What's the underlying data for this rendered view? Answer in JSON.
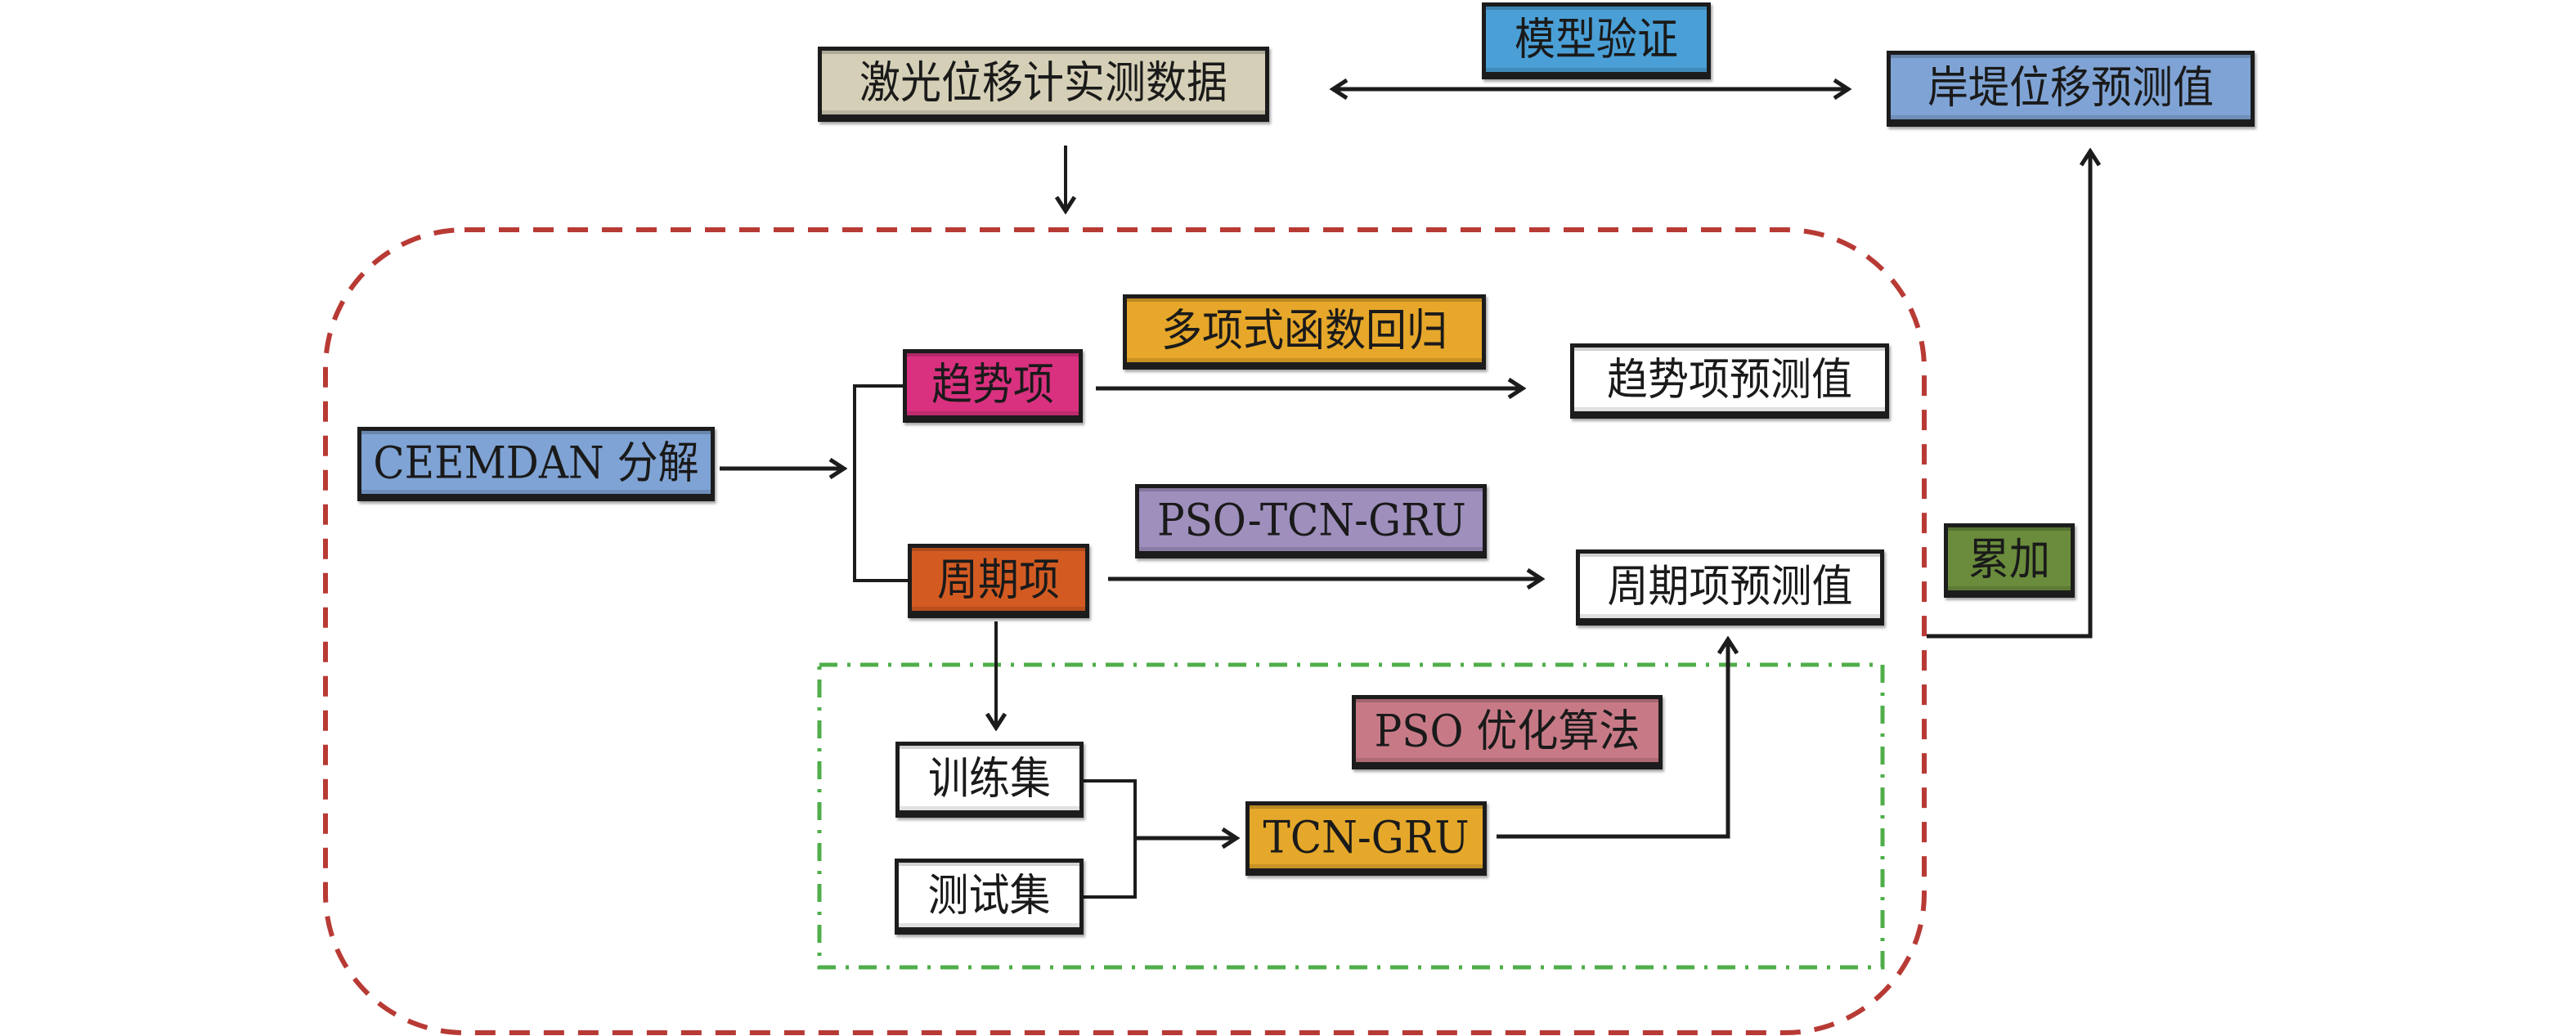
{
  "diagram": {
    "nodes": {
      "laser_data": {
        "label": "激光位移计实测数据",
        "color": "#d4cfb6"
      },
      "model_verification": {
        "label": "模型验证",
        "color": "#4a9fd6"
      },
      "embankment_prediction": {
        "label": "岸堤位移预测值",
        "color": "#7fa3d4"
      },
      "ceemdan": {
        "label": "CEEMDAN 分解",
        "color": "#7fa3d4"
      },
      "trend_term": {
        "label": "趋势项",
        "color": "#d9317f"
      },
      "period_term": {
        "label": "周期项",
        "color": "#d35b22"
      },
      "polynomial_regression": {
        "label": "多项式函数回归",
        "color": "#e6a72a"
      },
      "pso_tcn_gru": {
        "label": "PSO-TCN-GRU",
        "color": "#9e8fbd"
      },
      "trend_prediction": {
        "label": "趋势项预测值",
        "color": "#ffffff"
      },
      "period_prediction": {
        "label": "周期项预测值",
        "color": "#ffffff"
      },
      "accumulate": {
        "label": "累加",
        "color": "#6a8c3c"
      },
      "training_set": {
        "label": "训练集",
        "color": "#ffffff"
      },
      "test_set": {
        "label": "测试集",
        "color": "#ffffff"
      },
      "tcn_gru": {
        "label": "TCN-GRU",
        "color": "#e5a82b"
      },
      "pso_optimization": {
        "label": "PSO 优化算法",
        "color": "#c77a86"
      }
    },
    "edges": [
      {
        "from": "laser_data",
        "to": "embankment_prediction",
        "type": "bidirectional",
        "label": "模型验证"
      },
      {
        "from": "laser_data",
        "to": "ceemdan",
        "type": "arrow"
      },
      {
        "from": "ceemdan",
        "to": "trend_term",
        "type": "arrow"
      },
      {
        "from": "ceemdan",
        "to": "period_term",
        "type": "arrow"
      },
      {
        "from": "trend_term",
        "to": "trend_prediction",
        "type": "arrow",
        "label": "多项式函数回归"
      },
      {
        "from": "period_term",
        "to": "period_prediction",
        "type": "arrow",
        "label": "PSO-TCN-GRU"
      },
      {
        "from": "period_term",
        "to": "training_set",
        "type": "arrow"
      },
      {
        "from": "training_set",
        "to": "tcn_gru",
        "type": "arrow"
      },
      {
        "from": "test_set",
        "to": "tcn_gru",
        "type": "arrow"
      },
      {
        "from": "tcn_gru",
        "to": "period_prediction",
        "type": "arrow"
      },
      {
        "from": "prediction_group",
        "to": "embankment_prediction",
        "type": "arrow",
        "label": "累加"
      }
    ],
    "groups": {
      "decomposition_region": {
        "style": "dashed",
        "color": "#b83a35"
      },
      "pso_region": {
        "style": "dash-dot",
        "color": "#4fae4a"
      }
    },
    "line_color": "#1c1c1c"
  }
}
